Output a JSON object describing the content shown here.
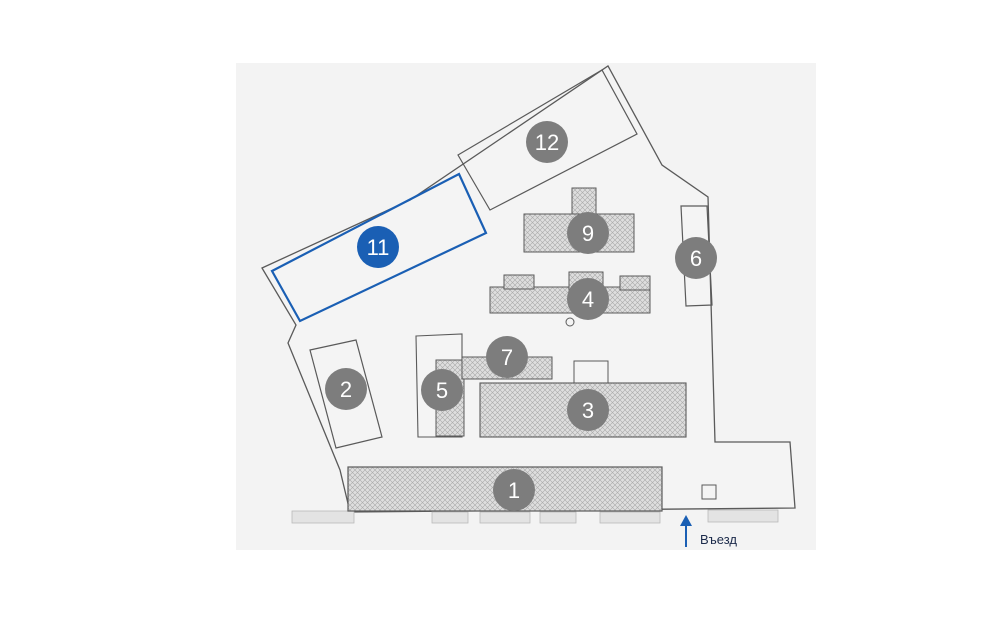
{
  "map": {
    "colors": {
      "background": "#f4f4f4",
      "outline": "#5a5a5a",
      "building_fill": "#d9d9d9",
      "marker": "#7d7d7d",
      "selected": "#1a5fb4"
    },
    "selected_building": "11",
    "markers": [
      {
        "id": "1",
        "label": "1"
      },
      {
        "id": "2",
        "label": "2"
      },
      {
        "id": "3",
        "label": "3"
      },
      {
        "id": "4",
        "label": "4"
      },
      {
        "id": "5",
        "label": "5"
      },
      {
        "id": "6",
        "label": "6"
      },
      {
        "id": "7",
        "label": "7"
      },
      {
        "id": "9",
        "label": "9"
      },
      {
        "id": "11",
        "label": "11"
      },
      {
        "id": "12",
        "label": "12"
      }
    ],
    "entry_label": "Въезд"
  }
}
